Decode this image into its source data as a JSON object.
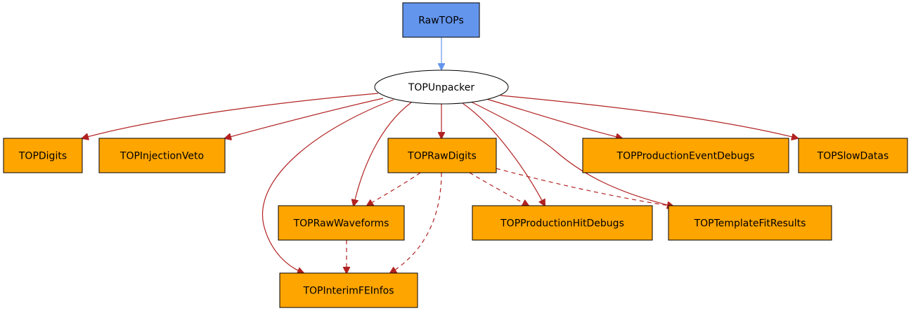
{
  "diagram": {
    "type": "dataflow-graph",
    "colors": {
      "source_fill": "#6495ed",
      "collection_fill": "#ffa500",
      "module_fill": "#ffffff",
      "input_edge": "#6495ed",
      "output_edge": "#b22222",
      "border": "#000000"
    },
    "nodes": [
      {
        "id": "RawTOPs",
        "label": "RawTOPs",
        "kind": "source"
      },
      {
        "id": "TOPUnpacker",
        "label": "TOPUnpacker",
        "kind": "module"
      },
      {
        "id": "TOPDigits",
        "label": "TOPDigits",
        "kind": "collection"
      },
      {
        "id": "TOPInjectionVeto",
        "label": "TOPInjectionVeto",
        "kind": "collection"
      },
      {
        "id": "TOPRawDigits",
        "label": "TOPRawDigits",
        "kind": "collection"
      },
      {
        "id": "TOPProductionEventDebugs",
        "label": "TOPProductionEventDebugs",
        "kind": "collection"
      },
      {
        "id": "TOPSlowDatas",
        "label": "TOPSlowDatas",
        "kind": "collection"
      },
      {
        "id": "TOPRawWaveforms",
        "label": "TOPRawWaveforms",
        "kind": "collection"
      },
      {
        "id": "TOPProductionHitDebugs",
        "label": "TOPProductionHitDebugs",
        "kind": "collection"
      },
      {
        "id": "TOPTemplateFitResults",
        "label": "TOPTemplateFitResults",
        "kind": "collection"
      },
      {
        "id": "TOPInterimFEInfos",
        "label": "TOPInterimFEInfos",
        "kind": "collection"
      }
    ],
    "edges": [
      {
        "from": "RawTOPs",
        "to": "TOPUnpacker",
        "style": "solid",
        "kind": "input"
      },
      {
        "from": "TOPUnpacker",
        "to": "TOPDigits",
        "style": "solid",
        "kind": "output"
      },
      {
        "from": "TOPUnpacker",
        "to": "TOPInjectionVeto",
        "style": "solid",
        "kind": "output"
      },
      {
        "from": "TOPUnpacker",
        "to": "TOPInterimFEInfos",
        "style": "solid",
        "kind": "output"
      },
      {
        "from": "TOPUnpacker",
        "to": "TOPRawWaveforms",
        "style": "solid",
        "kind": "output"
      },
      {
        "from": "TOPUnpacker",
        "to": "TOPRawDigits",
        "style": "solid",
        "kind": "output"
      },
      {
        "from": "TOPUnpacker",
        "to": "TOPProductionHitDebugs",
        "style": "solid",
        "kind": "output"
      },
      {
        "from": "TOPUnpacker",
        "to": "TOPTemplateFitResults",
        "style": "solid",
        "kind": "output"
      },
      {
        "from": "TOPUnpacker",
        "to": "TOPProductionEventDebugs",
        "style": "solid",
        "kind": "output"
      },
      {
        "from": "TOPUnpacker",
        "to": "TOPSlowDatas",
        "style": "solid",
        "kind": "output"
      },
      {
        "from": "TOPRawDigits",
        "to": "TOPRawWaveforms",
        "style": "dashed",
        "kind": "relation"
      },
      {
        "from": "TOPRawDigits",
        "to": "TOPInterimFEInfos",
        "style": "dashed",
        "kind": "relation"
      },
      {
        "from": "TOPRawDigits",
        "to": "TOPProductionHitDebugs",
        "style": "dashed",
        "kind": "relation"
      },
      {
        "from": "TOPRawDigits",
        "to": "TOPTemplateFitResults",
        "style": "dashed",
        "kind": "relation"
      },
      {
        "from": "TOPRawWaveforms",
        "to": "TOPInterimFEInfos",
        "style": "dashed",
        "kind": "relation"
      }
    ]
  }
}
